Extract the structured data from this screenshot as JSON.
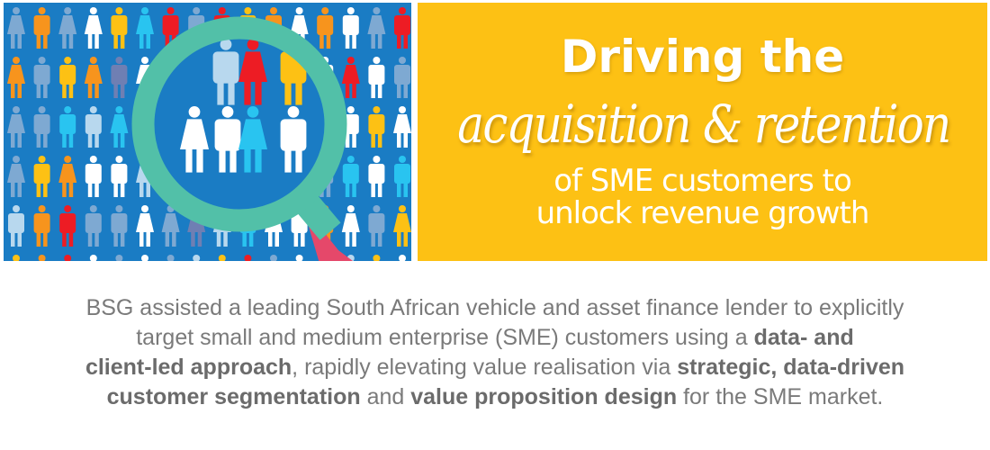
{
  "banner": {
    "line1": "Driving the",
    "line2": "acquisition & retention",
    "line3": "of SME customers to",
    "line4": "unlock revenue growth"
  },
  "image": {
    "icon": "people-grid-with-magnifying-glass",
    "background": "#1a7cc4",
    "palette": [
      "#ffffff",
      "#f7941d",
      "#29c4f0",
      "#6f7fb3",
      "#7ea9d2",
      "#fdc114",
      "#ed1c24",
      "#b8d8ee",
      "#ffffff",
      "#ffffff"
    ],
    "ring_color": "#52c0a8",
    "handle_color": "#e5486a"
  },
  "description": {
    "lines": [
      [
        {
          "t": "BSG assisted a leading South African vehicle and asset finance lender to explicitly",
          "b": false
        }
      ],
      [
        {
          "t": "target small and medium enterprise (SME) customers using a ",
          "b": false
        },
        {
          "t": "data- and",
          "b": true
        }
      ],
      [
        {
          "t": "client-led approach",
          "b": true
        },
        {
          "t": ", rapidly elevating value realisation via ",
          "b": false
        },
        {
          "t": "strategic, data-driven",
          "b": true
        }
      ],
      [
        {
          "t": "customer segmentation",
          "b": true
        },
        {
          "t": " and ",
          "b": false
        },
        {
          "t": "value proposition design",
          "b": true
        },
        {
          "t": " for the SME market.",
          "b": false
        }
      ]
    ]
  }
}
